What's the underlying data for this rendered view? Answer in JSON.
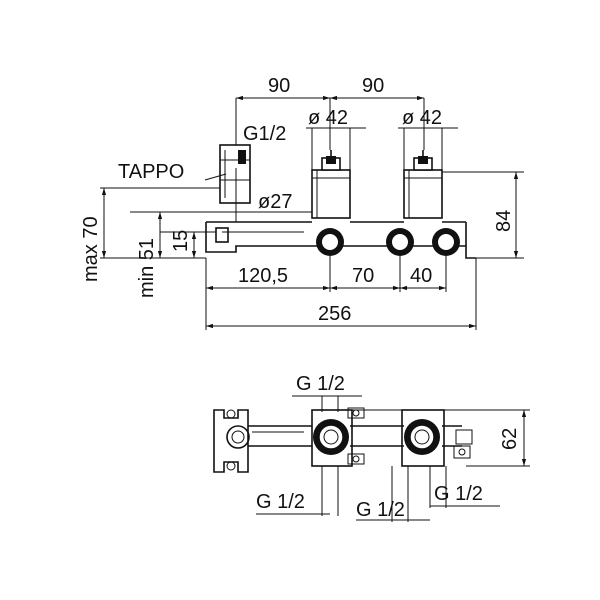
{
  "side_view": {
    "dim_top_left": "90",
    "dim_top_right": "90",
    "dia_left": "ø 42",
    "dia_right": "ø 42",
    "thread_top": "G1/2",
    "label_tappo": "TAPPO",
    "dia_27": "ø27",
    "dim_max70": "max 70",
    "dim_min51": "min 51",
    "dim_15": "15",
    "dim_84": "84",
    "dim_120_5": "120,5",
    "dim_70": "70",
    "dim_40": "40",
    "dim_256": "256"
  },
  "top_view": {
    "thread_top": "G 1/2",
    "dim_62": "62",
    "thread_bottom_left": "G 1/2",
    "thread_bottom_mid": "G 1/2",
    "thread_bottom_right": "G 1/2"
  }
}
